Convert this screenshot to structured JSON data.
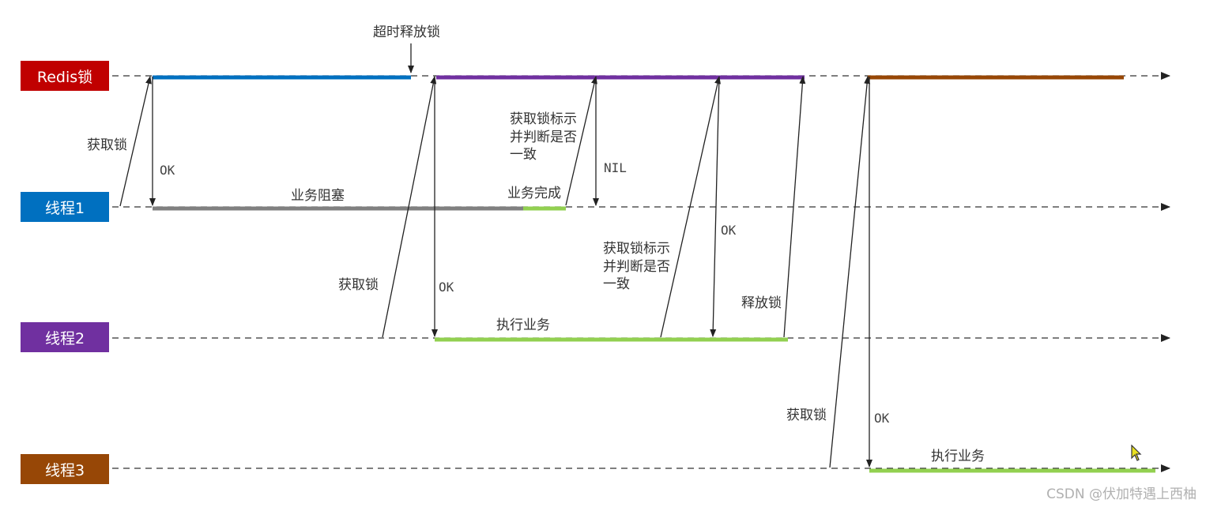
{
  "lanes": {
    "redis": {
      "label": "Redis锁",
      "color": "#c00000"
    },
    "t1": {
      "label": "线程1",
      "color": "#0070c0"
    },
    "t2": {
      "label": "线程2",
      "color": "#7030a0"
    },
    "t3": {
      "label": "线程3",
      "color": "#974706"
    }
  },
  "annotations": {
    "timeout_release": "超时释放锁",
    "acquire": "获取锁",
    "ok": "OK",
    "nil": "NIL",
    "biz_blocked": "业务阻塞",
    "biz_done": "业务完成",
    "check_id_l1": "获取锁标示",
    "check_id_l2": "并判断是否",
    "check_id_l3": "一致",
    "release": "释放锁",
    "exec_biz": "执行业务"
  },
  "colors": {
    "hold_t1": "#0070c0",
    "hold_t2": "#7030a0",
    "hold_t3": "#974706",
    "blocked": "#808080",
    "working": "#92d050",
    "arrow": "#222222",
    "timeline": "#333333"
  },
  "watermark": "CSDN @伏加特遇上西柚"
}
